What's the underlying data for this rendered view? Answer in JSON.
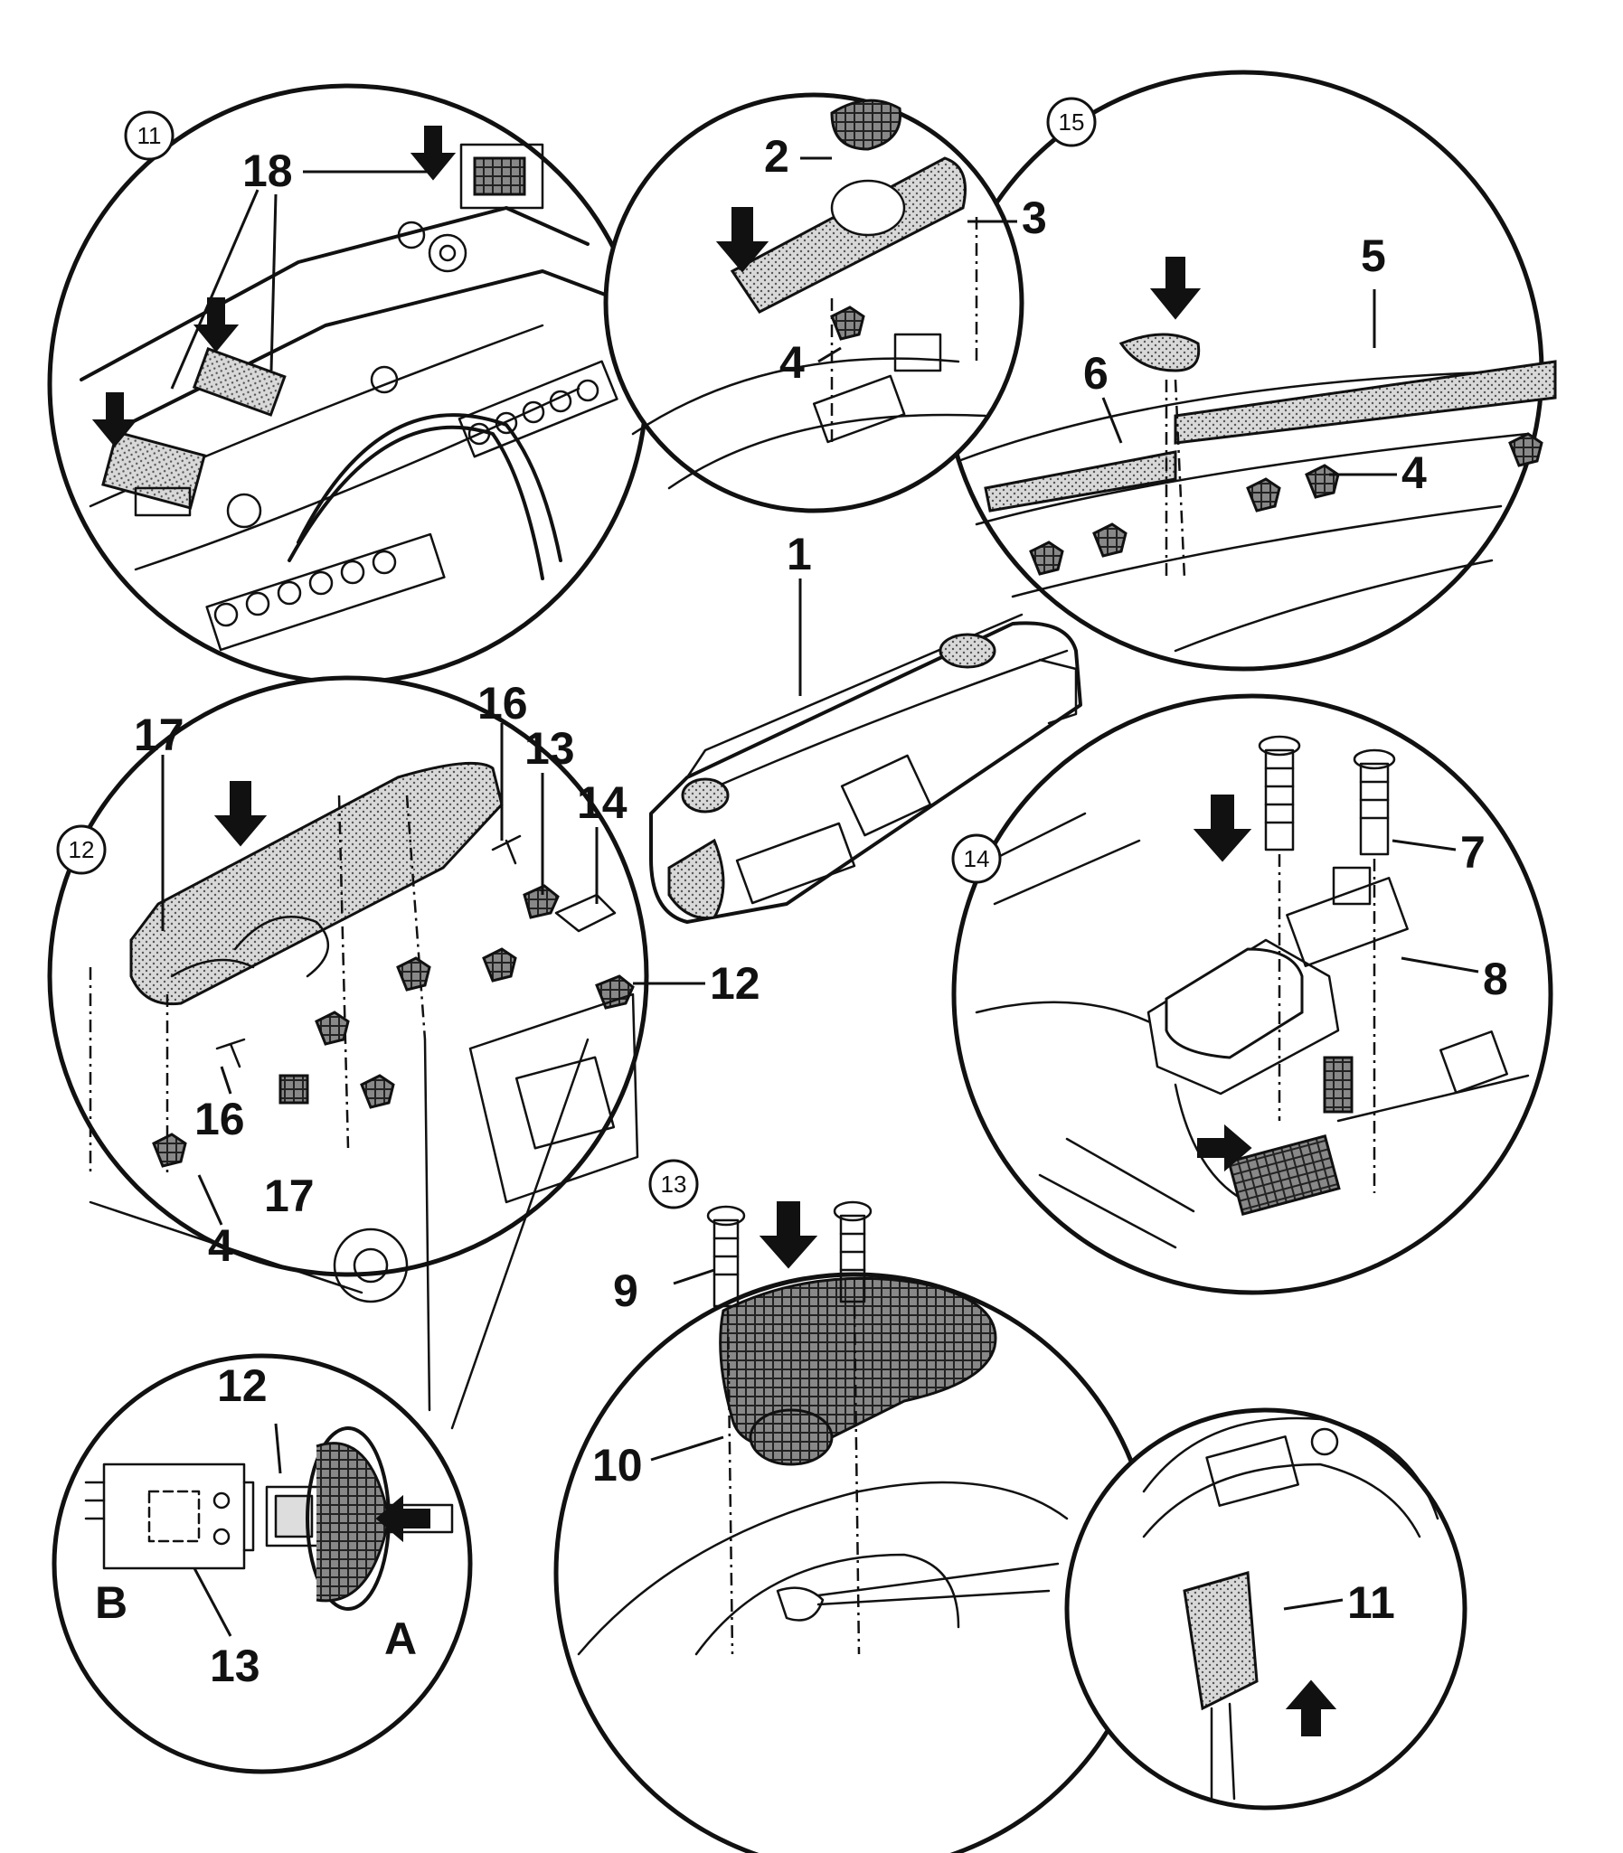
{
  "callouts": {
    "c1": "1",
    "c2": "2",
    "c3": "3",
    "c4a": "4",
    "c4b": "4",
    "c4c": "4",
    "c5": "5",
    "c6": "6",
    "c7": "7",
    "c8": "8",
    "c9": "9",
    "c10": "10",
    "c11": "11",
    "c12a": "12",
    "c12b": "12",
    "c13a": "13",
    "c13b": "13",
    "c14": "14",
    "c16a": "16",
    "c16b": "16",
    "c17a": "17",
    "c17b": "17",
    "c18": "18",
    "cA": "A",
    "cB": "B"
  },
  "badges": {
    "b11": "11",
    "b12": "12",
    "b13": "13",
    "b14": "14",
    "b15": "15"
  }
}
